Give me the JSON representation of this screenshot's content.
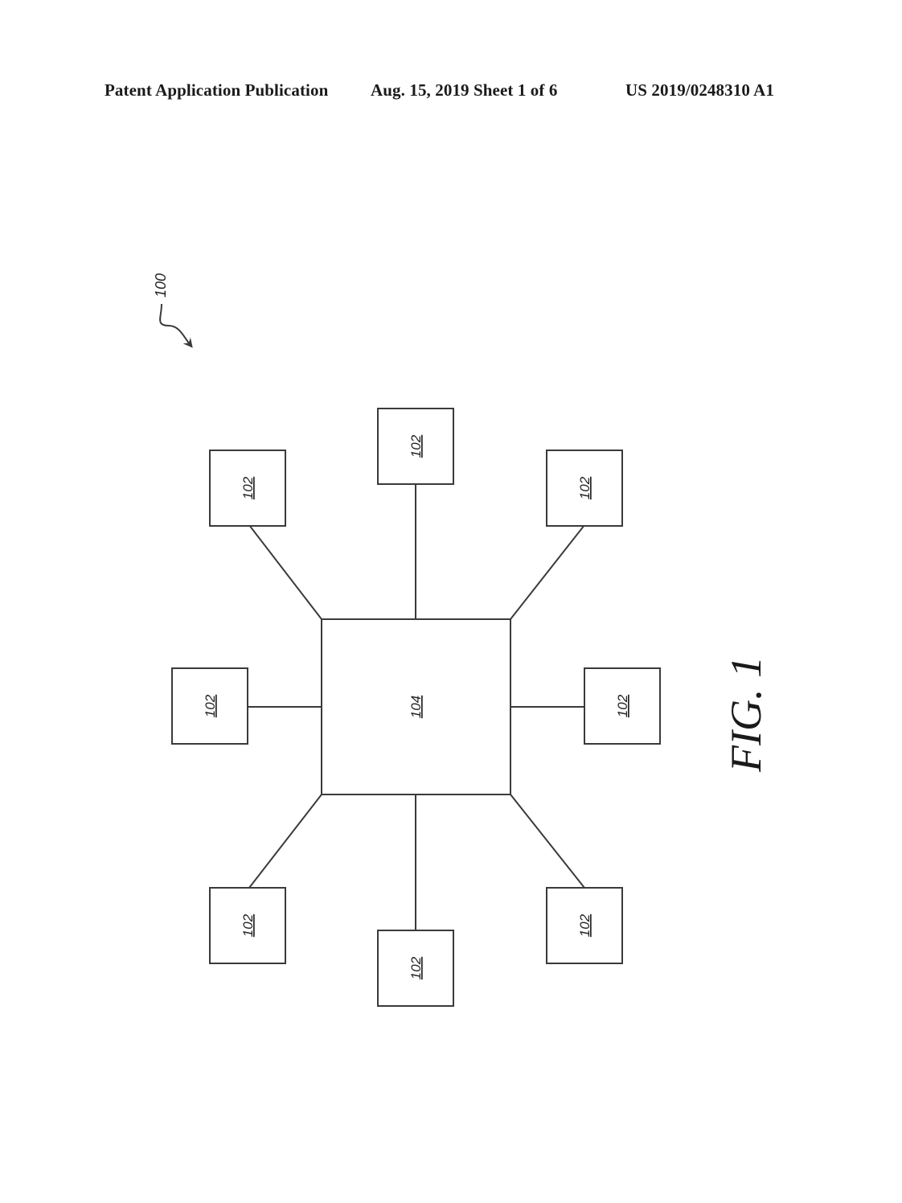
{
  "header": {
    "left": "Patent Application Publication",
    "middle": "Aug. 15, 2019  Sheet 1 of 6",
    "right": "US 2019/0248310 A1"
  },
  "figure": {
    "reference_label": "100",
    "hub": {
      "label": "104"
    },
    "nodes": [
      {
        "label": "102"
      },
      {
        "label": "102"
      },
      {
        "label": "102"
      },
      {
        "label": "102"
      },
      {
        "label": "102"
      },
      {
        "label": "102"
      },
      {
        "label": "102"
      },
      {
        "label": "102"
      }
    ],
    "caption": "FIG. 1"
  }
}
